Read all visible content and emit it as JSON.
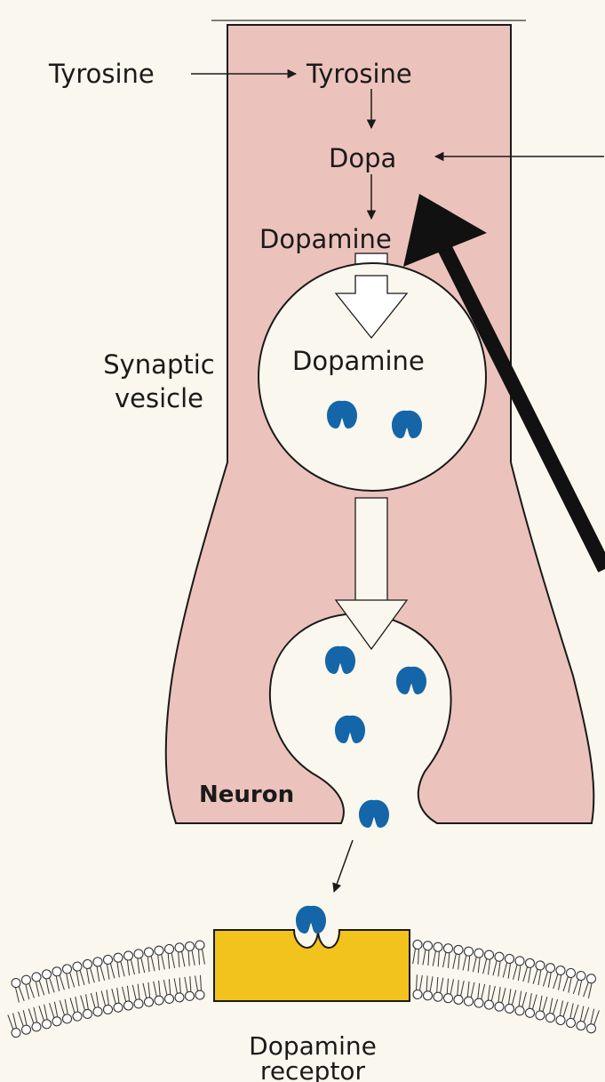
{
  "labels": {
    "tyrosine_outside": "Tyrosine",
    "tyrosine_inside": "Tyrosine",
    "dopa": "Dopa",
    "dopamine_cytosol": "Dopamine",
    "dopamine_vesicle": "Dopamine",
    "synaptic_vesicle_line1": "Synaptic",
    "synaptic_vesicle_line2": "vesicle",
    "neuron": "Neuron",
    "receptor_line1": "Dopamine",
    "receptor_line2": "receptor"
  },
  "colors": {
    "background": "#faf7ee",
    "neuron_fill": "#ecc3bc",
    "molecule_blue": "#1466a8",
    "receptor_yellow": "#f2c21d",
    "outline": "#1a1a1a"
  }
}
